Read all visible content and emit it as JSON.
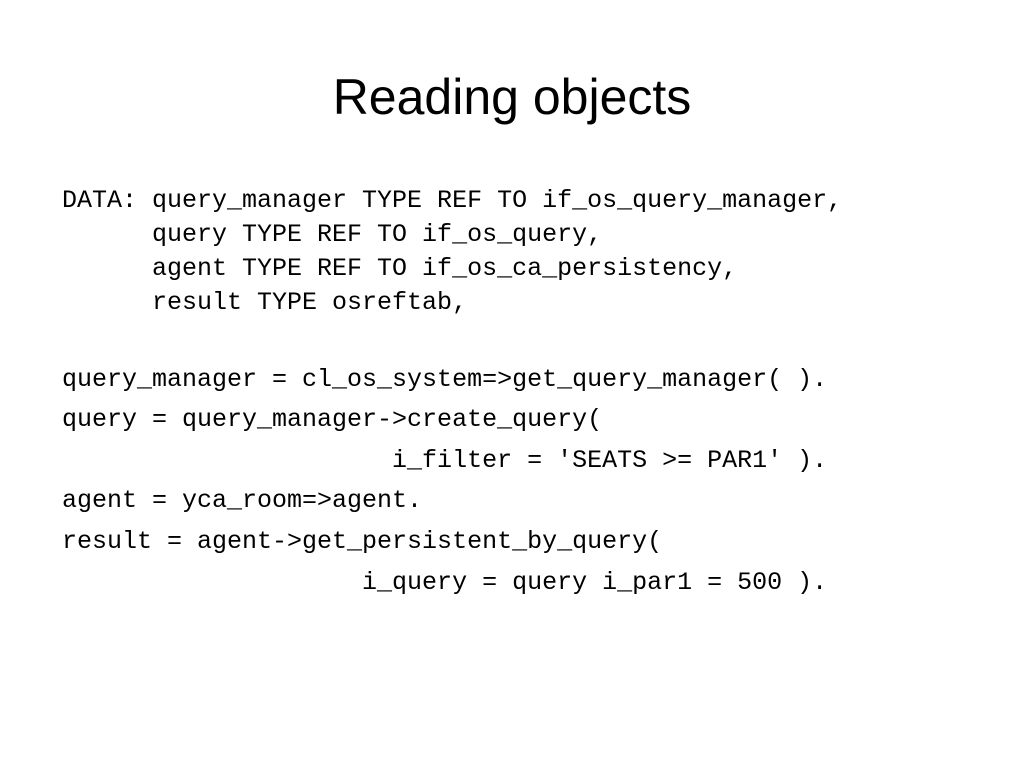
{
  "slide": {
    "title": "Reading objects",
    "code_lines": [
      "DATA: query_manager TYPE REF TO if_os_query_manager,",
      "      query TYPE REF TO if_os_query,",
      "      agent TYPE REF TO if_os_ca_persistency,",
      "      result TYPE osreftab,",
      "query_manager = cl_os_system=>get_query_manager( ).",
      "query = query_manager->create_query(",
      "                      i_filter = 'SEATS >= PAR1' ).",
      "agent = yca_room=>agent.",
      "result = agent->get_persistent_by_query(",
      "                    i_query = query i_par1 = 500 )."
    ]
  }
}
